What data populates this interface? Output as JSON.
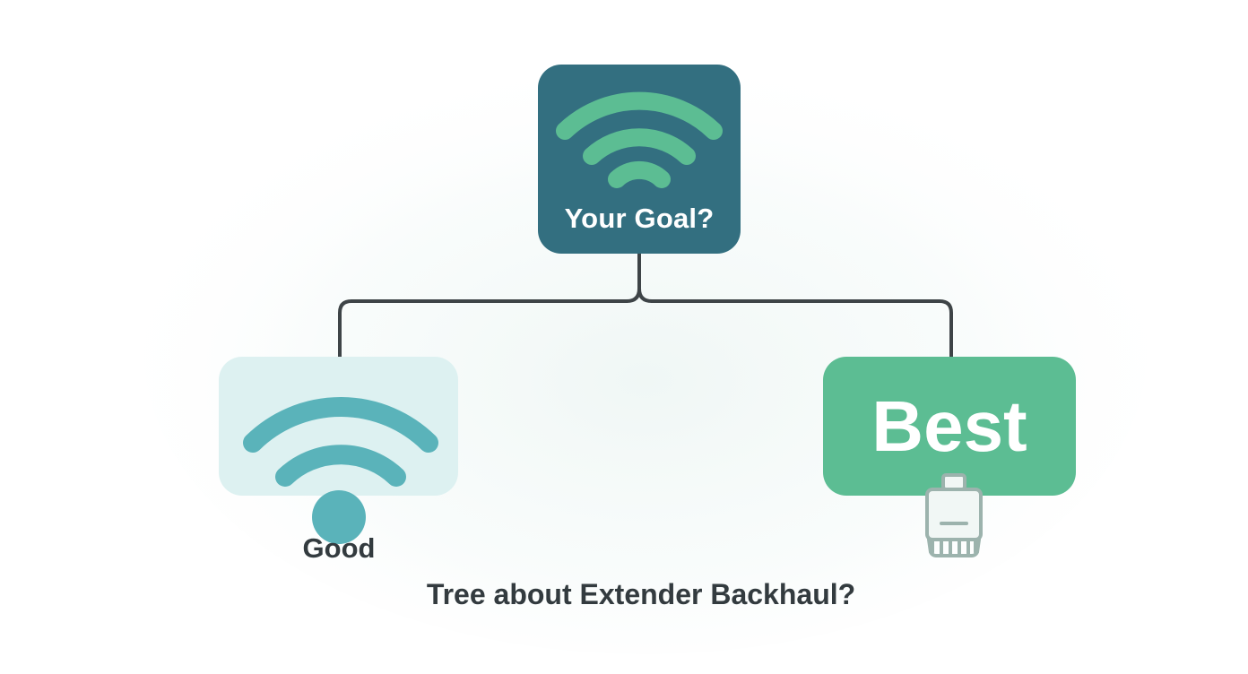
{
  "diagram": {
    "root": {
      "label": "Your Goal?",
      "icon": "wifi-icon"
    },
    "branches": [
      {
        "key": "good",
        "label": "Good",
        "icon": "wifi-icon"
      },
      {
        "key": "best",
        "label": "Best",
        "icon": "ethernet-icon"
      }
    ],
    "caption": "Tree about Extender Backhaul?"
  },
  "colors": {
    "root_fill": "#336f80",
    "root_wifi": "#5cbd93",
    "good_fill": "#ddf1f1",
    "good_wifi": "#5ab3ba",
    "best_fill": "#5cbd93",
    "connector": "#3e4447",
    "ethernet_stroke": "#9cb3ad",
    "ethernet_fill": "#f1f7f5",
    "label_text": "#333b3f",
    "white": "#ffffff"
  }
}
